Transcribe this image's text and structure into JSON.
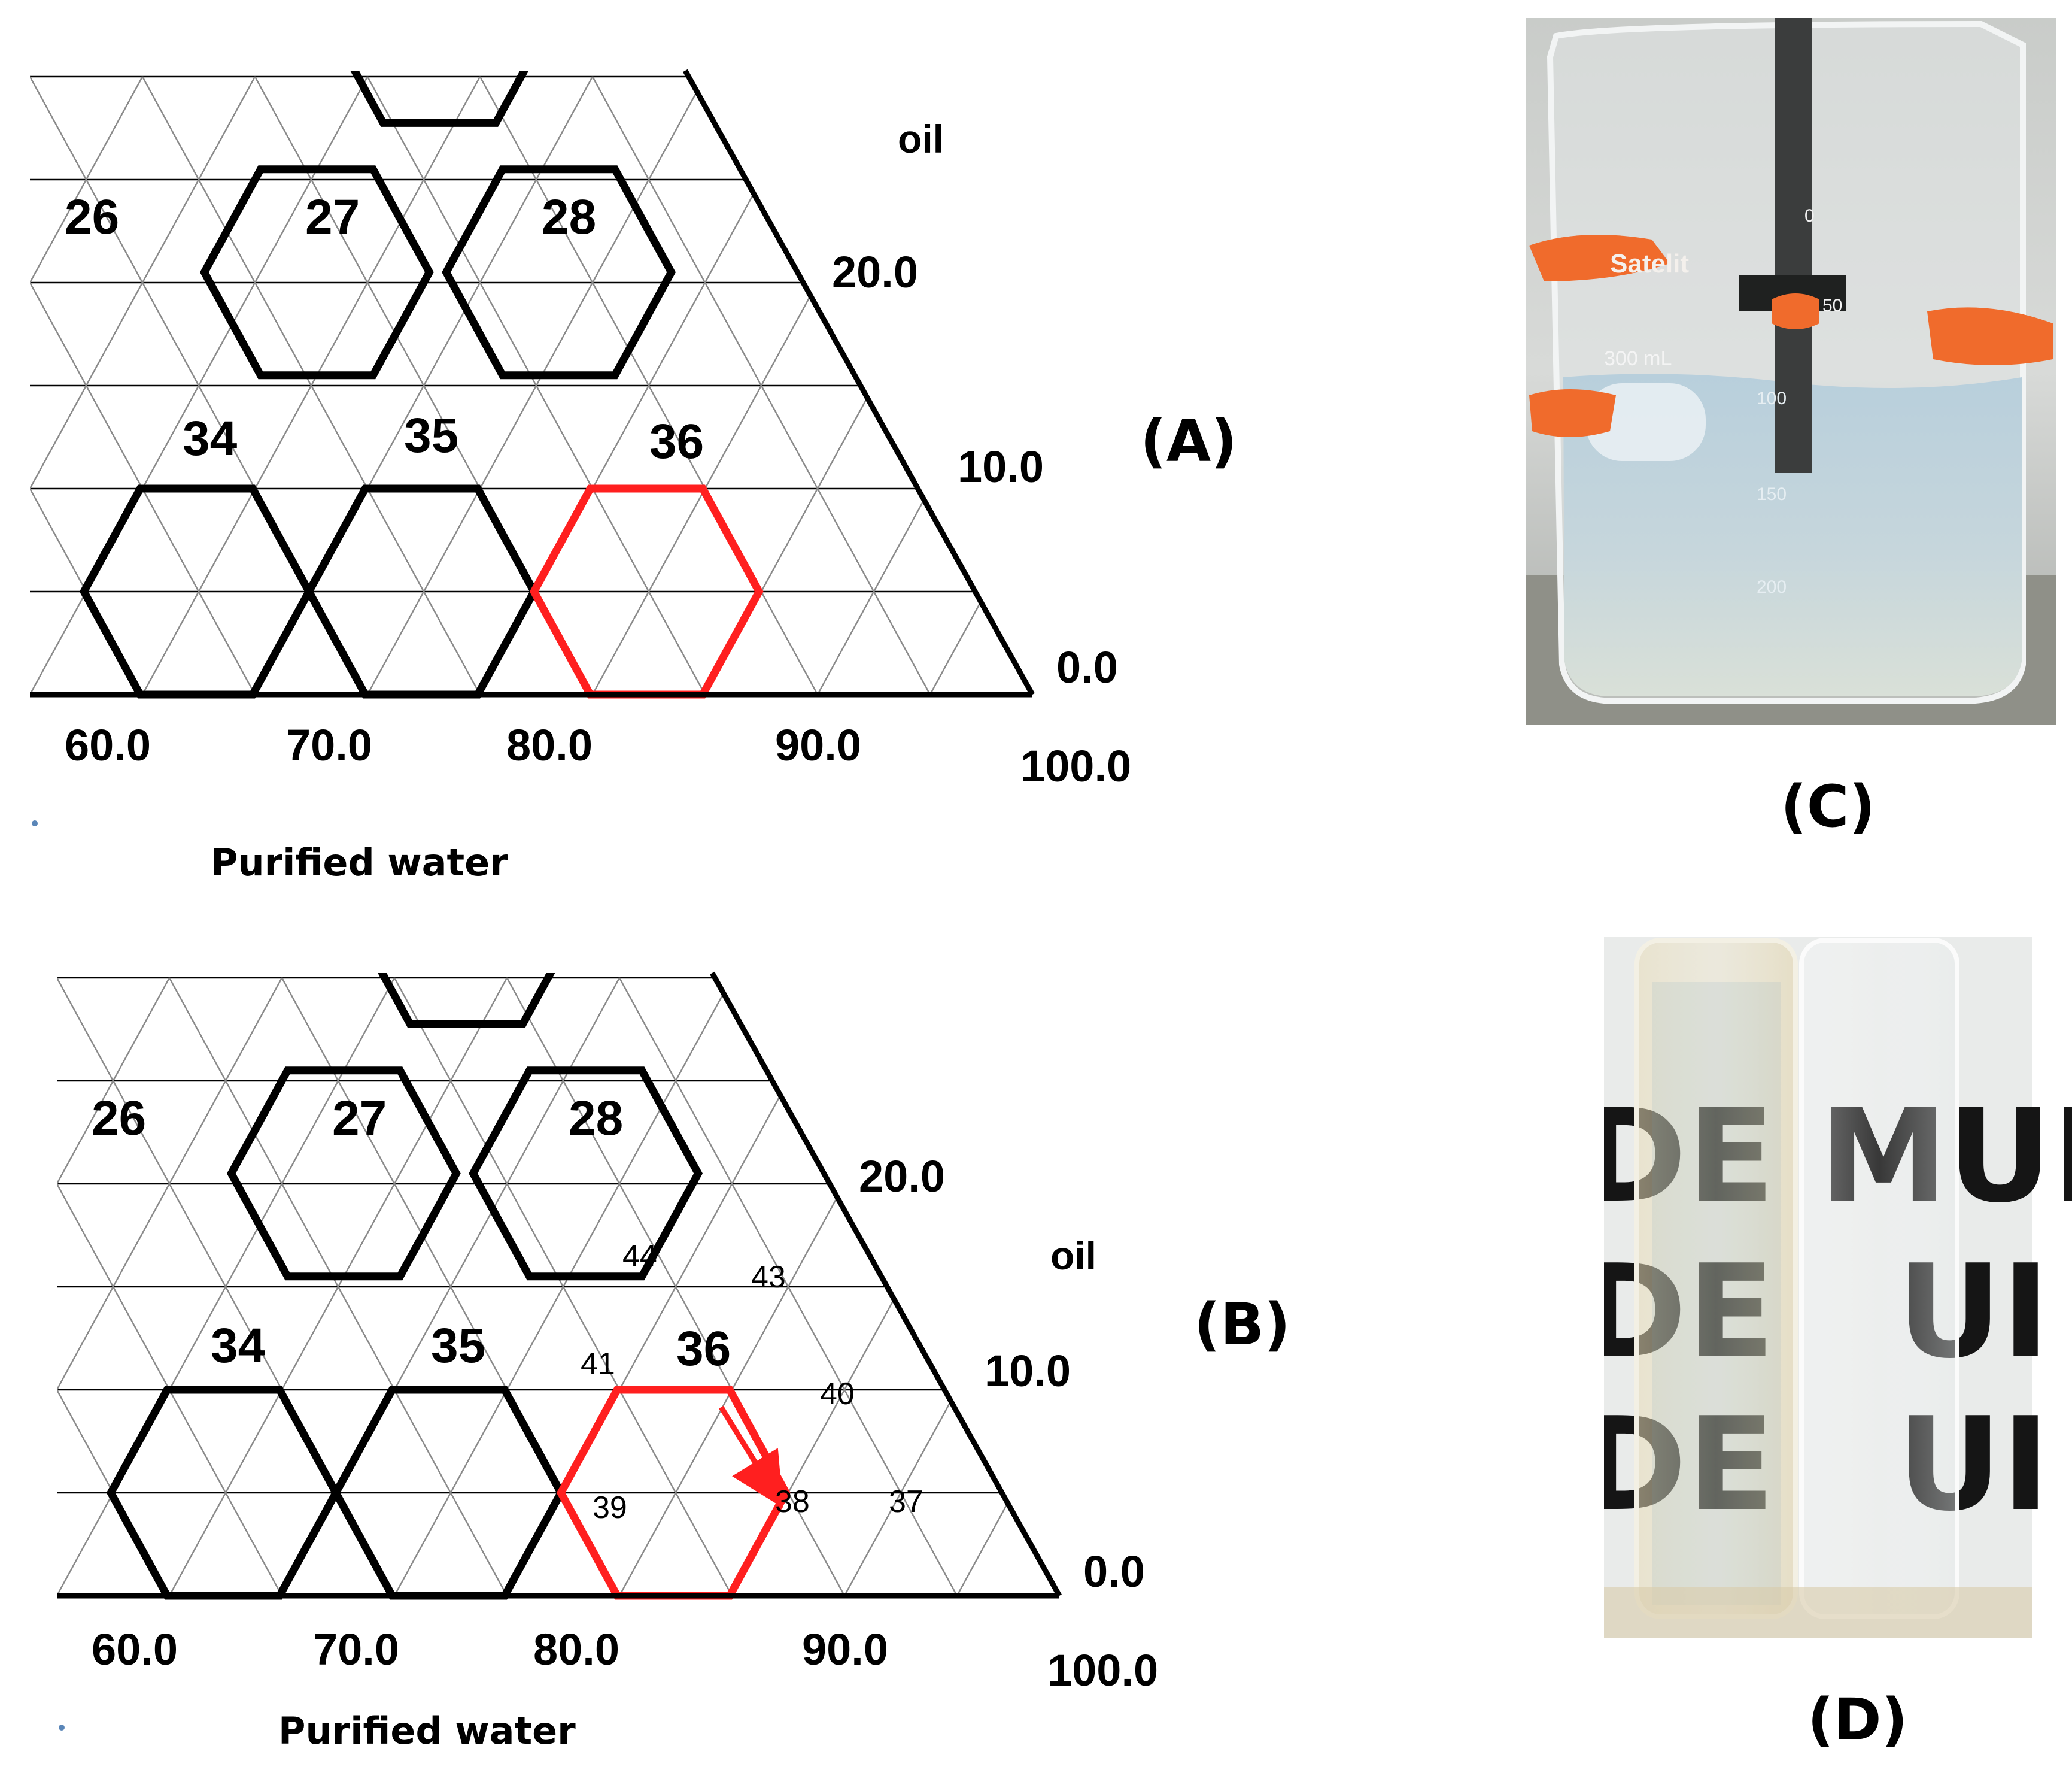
{
  "panels": {
    "A": {
      "label": "(A)",
      "axis_title": "Purified water",
      "corner_label": "oil",
      "bottom_ticks": [
        "60.0",
        "70.0",
        "80.0",
        "90.0",
        "100.0"
      ],
      "side_ticks": [
        "20.0",
        "10.0",
        "0.0"
      ],
      "hexagons": [
        {
          "label": "26",
          "highlight": false,
          "outlined": false
        },
        {
          "label": "27",
          "highlight": false,
          "outlined": true
        },
        {
          "label": "28",
          "highlight": false,
          "outlined": true
        },
        {
          "label": "34",
          "highlight": false,
          "outlined": true
        },
        {
          "label": "35",
          "highlight": false,
          "outlined": true
        },
        {
          "label": "36",
          "highlight": true,
          "outlined": true
        }
      ]
    },
    "B": {
      "label": "(B)",
      "axis_title": "Purified water",
      "corner_label": "oil",
      "bottom_ticks": [
        "60.0",
        "70.0",
        "80.0",
        "90.0",
        "100.0"
      ],
      "side_ticks": [
        "20.0",
        "10.0",
        "0.0"
      ],
      "hexagons": [
        {
          "label": "26",
          "highlight": false,
          "outlined": false
        },
        {
          "label": "27",
          "highlight": false,
          "outlined": true
        },
        {
          "label": "28",
          "highlight": false,
          "outlined": true
        },
        {
          "label": "34",
          "highlight": false,
          "outlined": true
        },
        {
          "label": "35",
          "highlight": false,
          "outlined": true
        },
        {
          "label": "36",
          "highlight": true,
          "outlined": true
        }
      ],
      "sub_points": [
        "37",
        "38",
        "39",
        "40",
        "41",
        "43",
        "44"
      ]
    },
    "C": {
      "label": "(C)",
      "beaker_text": "Satelit",
      "beaker_volume": "300 mL",
      "graduations": [
        "0",
        "50",
        "100",
        "150",
        "200"
      ]
    },
    "D": {
      "label": "(D)",
      "background_letters": [
        "DE",
        "MUI",
        "DE",
        "UI",
        "DE",
        "UI"
      ]
    }
  },
  "colors": {
    "highlight": "#ff1f1f",
    "outline": "#000000",
    "grid": "#9a9a9a",
    "beaker_liquid": "#bcd0d8",
    "tube_left": "#e6d9b4",
    "tube_right": "#eef2f2"
  }
}
